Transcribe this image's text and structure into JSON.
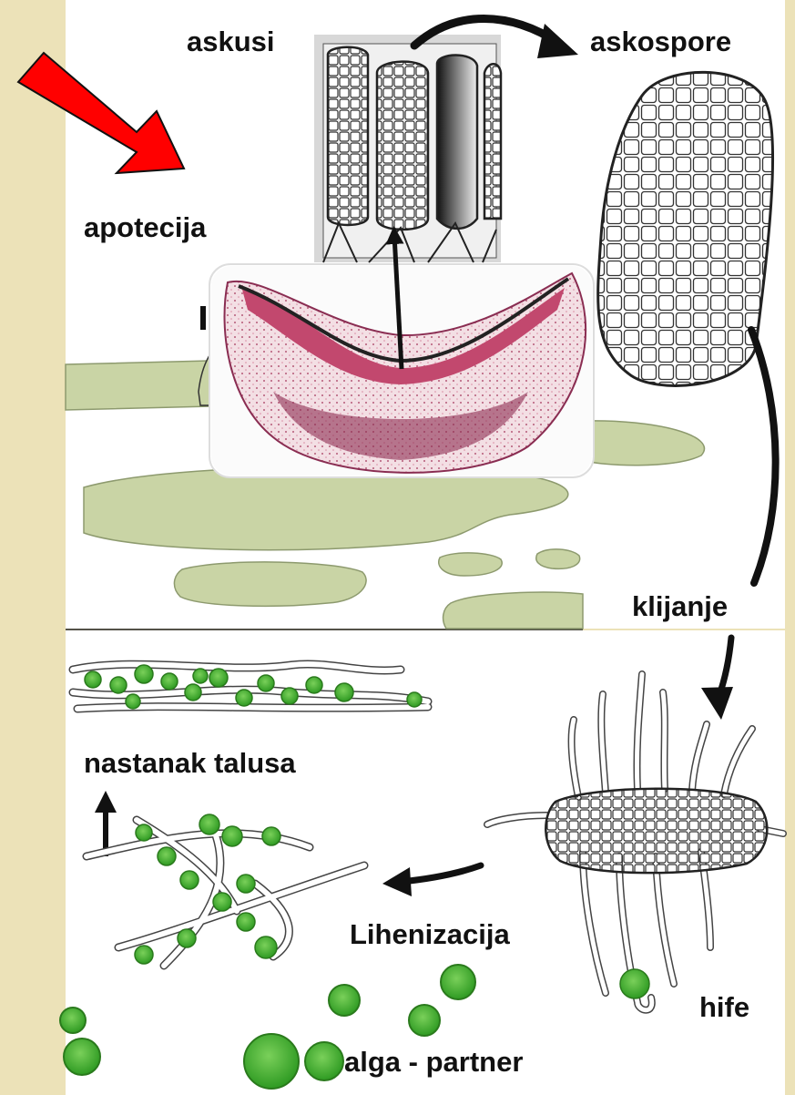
{
  "labels": {
    "askusi": "askusi",
    "askospore": "askospore",
    "apotecija": "apotecija",
    "klijanje": "klijanje",
    "nastanak_talusa": "nastanak talusa",
    "lihenizacija": "Lihenizacija",
    "hife": "hife",
    "alga_partner": "alga - partner"
  },
  "colors": {
    "page_background": "#ece2b8",
    "panel_background": "#ffffff",
    "thallus_green": "#c9d4a5",
    "alga_green": "#4cb836",
    "stain_pink": "#c2486e",
    "highlight_arrow": "#ff0000",
    "arrow_black": "#111111"
  }
}
